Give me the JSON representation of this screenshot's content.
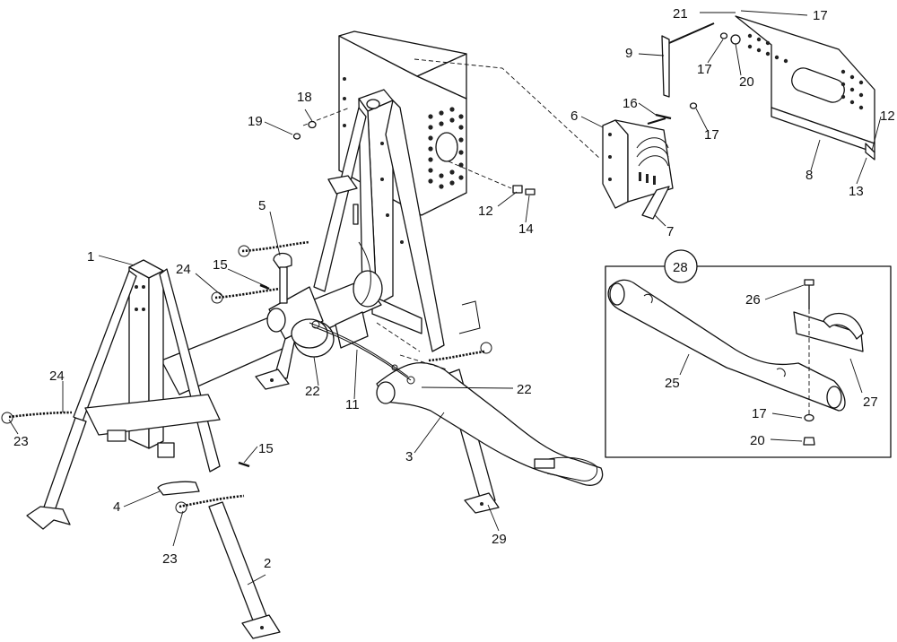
{
  "diagram": {
    "type": "exploded-parts-diagram",
    "inset_label": "28",
    "callouts": {
      "c1": "1",
      "c2": "2",
      "c3": "3",
      "c4": "4",
      "c5": "5",
      "c6": "6",
      "c7": "7",
      "c8": "8",
      "c9": "9",
      "c11": "11",
      "c12a": "12",
      "c12b": "12",
      "c13": "13",
      "c14": "14",
      "c15a": "15",
      "c15b": "15",
      "c16": "16",
      "c17a": "17",
      "c17b": "17",
      "c17c": "17",
      "c17d": "17",
      "c18": "18",
      "c19": "19",
      "c20a": "20",
      "c20b": "20",
      "c21": "21",
      "c22a": "22",
      "c22b": "22",
      "c23a": "23",
      "c23b": "23",
      "c24a": "24",
      "c24b": "24",
      "c25": "25",
      "c26": "26",
      "c27": "27",
      "c29": "29"
    }
  }
}
